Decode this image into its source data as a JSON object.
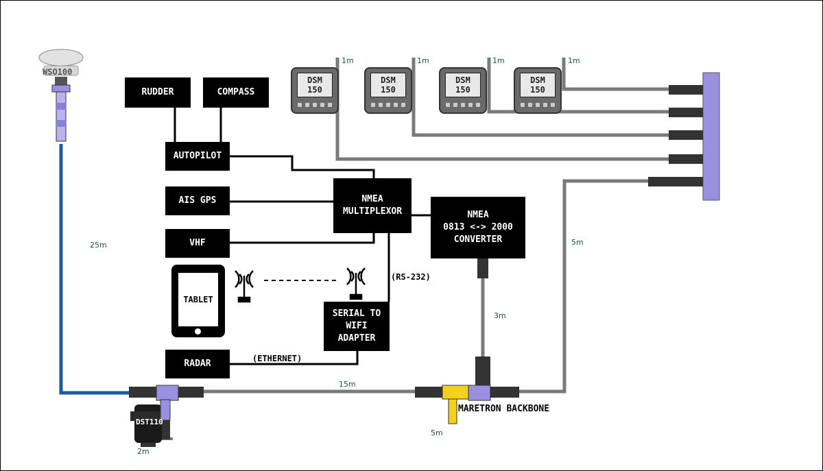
{
  "boxes": {
    "rudder": "RUDDER",
    "compass": "COMPASS",
    "autopilot": "AUTOPILOT",
    "ais_gps": "AIS GPS",
    "vhf": "VHF",
    "nmea_multiplexor": "NMEA\nMULTIPLEXOR",
    "nmea_converter": "NMEA\n0813 <-> 2000\nCONVERTER",
    "serial_wifi": "SERIAL TO\nWIFI\nADAPTER",
    "radar": "RADAR"
  },
  "devices": {
    "tablet": "TABLET",
    "wso100": "WSO100",
    "dst": "DST110",
    "dsm_displays": [
      {
        "line1": "DSM",
        "line2": "150",
        "cable": "1m"
      },
      {
        "line1": "DSM",
        "line2": "150",
        "cable": "1m"
      },
      {
        "line1": "DSM",
        "line2": "150",
        "cable": "1m"
      },
      {
        "line1": "DSM",
        "line2": "150",
        "cable": "1m"
      }
    ]
  },
  "labels": {
    "rs232": "(RS-232)",
    "ethernet": "(ETHERNET)",
    "backbone": "MARETRON BACKBONE",
    "len_wso": "25m",
    "len_backbone": "15m",
    "len_converter": "3m",
    "len_hub": "5m",
    "len_terminator": "5m",
    "len_dst": "2m"
  },
  "colors": {
    "box": "#000000",
    "nmea2000_cable": "#7a7a7a",
    "wso_cable": "#1f5a9a",
    "connector": "#9a8fe0",
    "terminator": "#f2d21a",
    "hub": "#9a8fe0"
  }
}
